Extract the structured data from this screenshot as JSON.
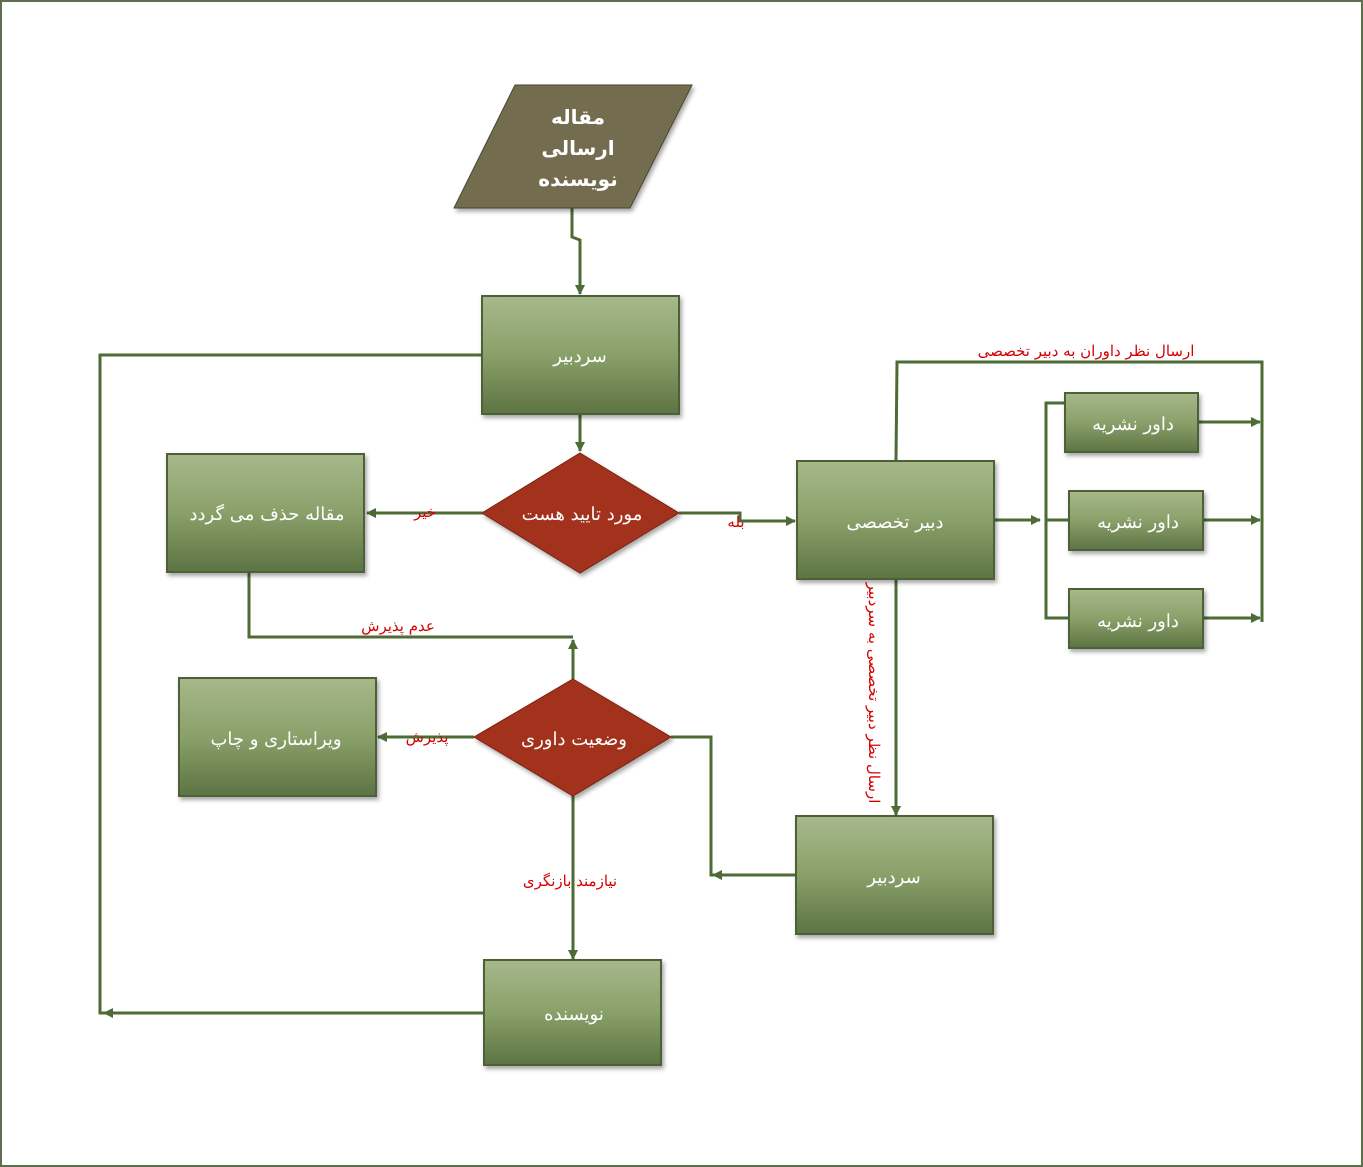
{
  "diagram": {
    "input": {
      "line1": "مقاله",
      "line2": "ارسالی",
      "line3": "نویسنده"
    },
    "nodes": {
      "chief_editor_top": "سردبیر",
      "approved_decision": "مورد تایید هست",
      "article_deleted": "مقاله حذف می گردد",
      "specialist_editor": "دبیر تخصصی",
      "reviewer_1": "داور نشریه",
      "reviewer_2": "داور نشریه",
      "reviewer_3": "داور نشریه",
      "review_status": "وضعیت داوری",
      "editing_printing": "ویراستاری و چاپ",
      "chief_editor_bottom": "سردبیر",
      "author": "نویسنده"
    },
    "edge_labels": {
      "no": "خیر",
      "yes": "بله",
      "reviewers_to_specialist": "ارسال نظر داوران به دبیر تخصصی",
      "specialist_to_chief": "ارسال نظر دبیر تخصصی به سردبیر",
      "rejection": "عدم پذیرش",
      "acceptance": "پذیرش",
      "needs_revision": "نیازمند بازنگری"
    },
    "colors": {
      "box_top": "#a4b486",
      "box_bottom": "#5f7746",
      "decision": "#a3311c",
      "input": "#736c50",
      "edge": "#4d6b34",
      "label": "#d40000"
    }
  }
}
